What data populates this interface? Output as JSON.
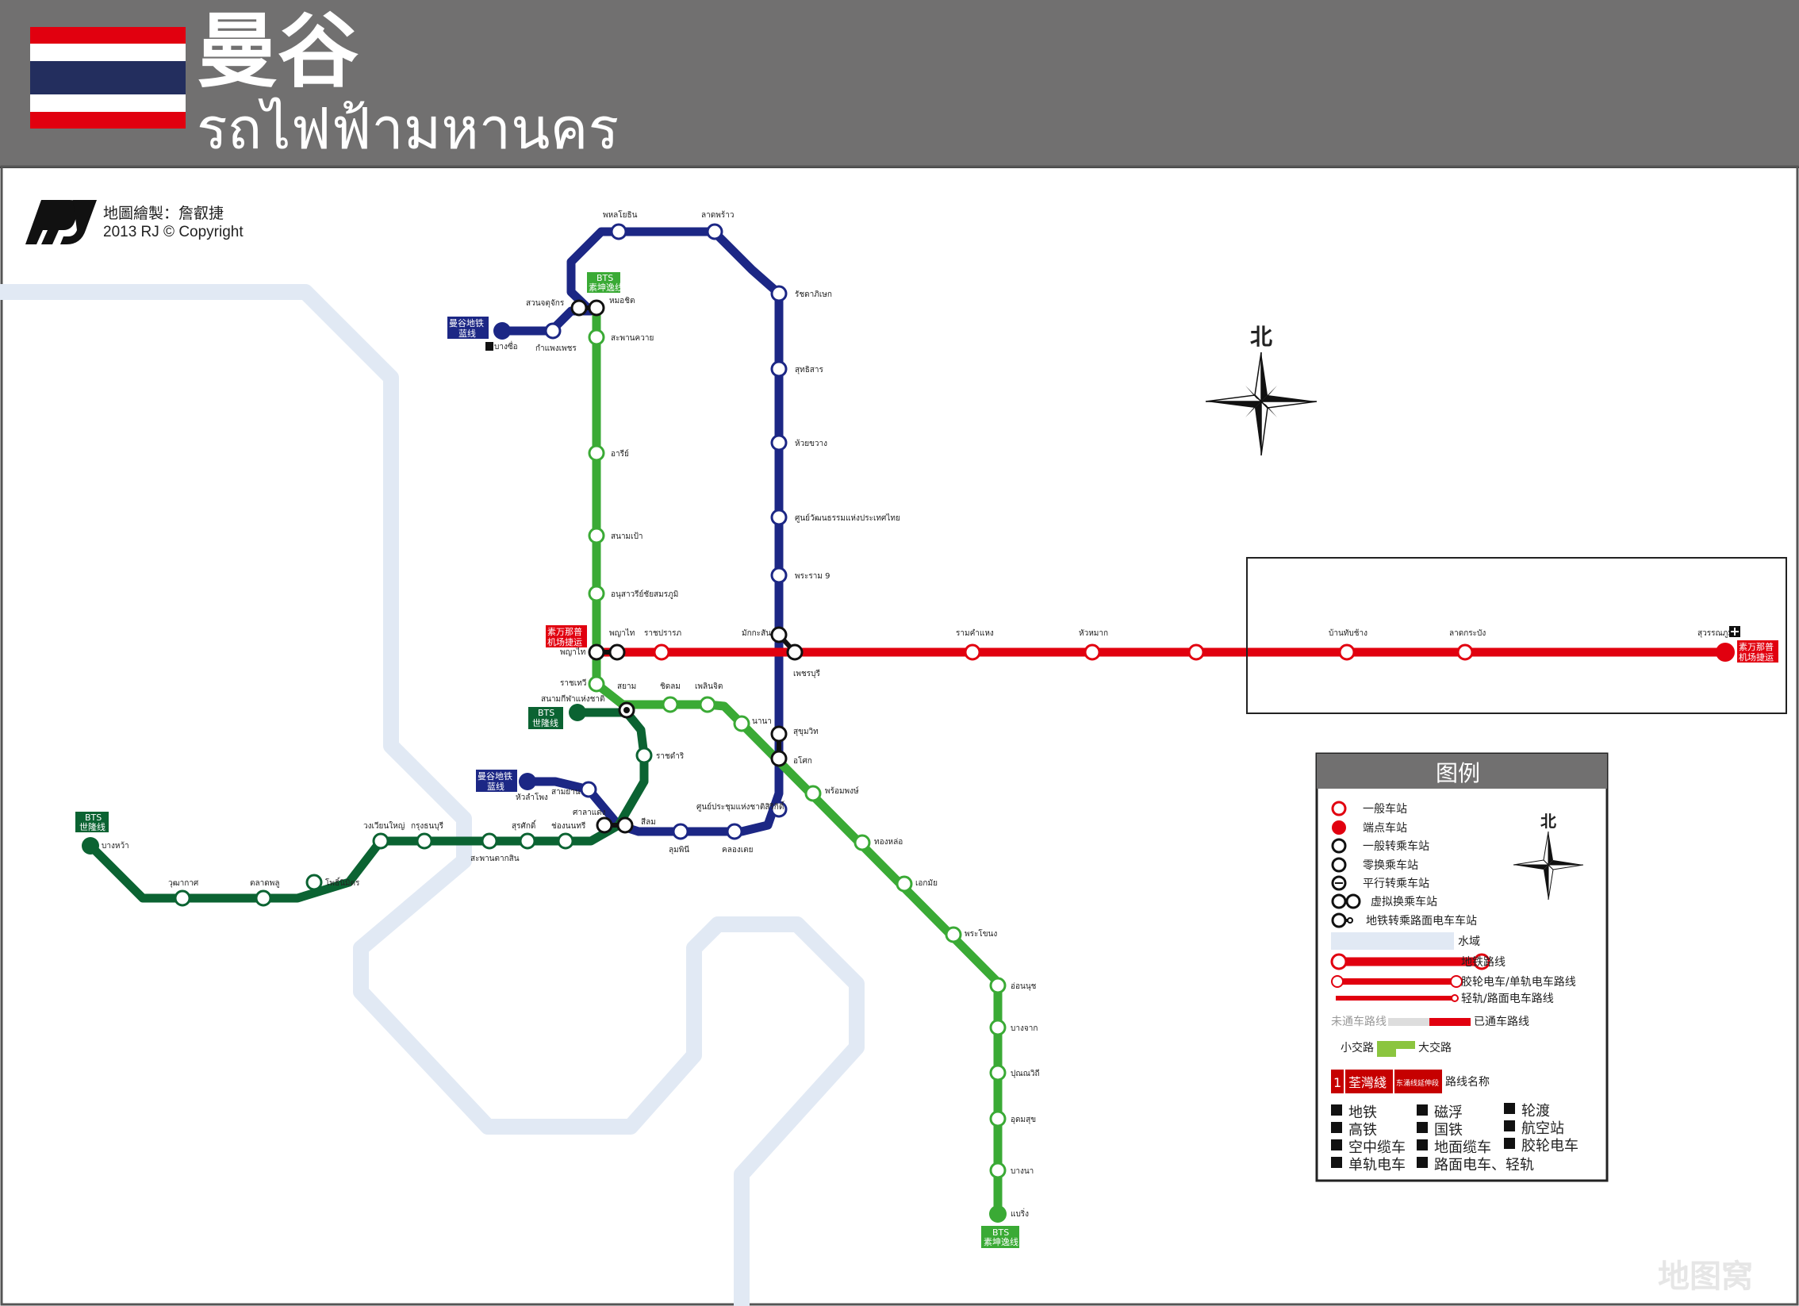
{
  "header": {
    "title_zh": "曼谷",
    "title_th": "รถไฟฟ้ามหานคร"
  },
  "credit": {
    "author_line": "地圖繪製：詹叡捷",
    "copyright": "2013 RJ © Copyright"
  },
  "north_label": "北",
  "colors": {
    "header_bg": "#717070",
    "blue_line": "#1c2785",
    "light_green_line": "#3aaa35",
    "dark_green_line": "#0b6332",
    "red_line": "#e1000f",
    "water": "#e1e9f4"
  },
  "badges": {
    "bts_sukhumvit_top": {
      "line1": "BTS",
      "line2": "素坤逸线"
    },
    "bts_sukhumvit_bottom": {
      "line1": "BTS",
      "line2": "素坤逸线"
    },
    "bts_silom_left": {
      "line1": "BTS",
      "line2": "世隆线"
    },
    "bts_silom_center": {
      "line1": "BTS",
      "line2": "世隆线"
    },
    "mrt_blue_north": {
      "line1": "曼谷地铁",
      "line2": "蓝线"
    },
    "mrt_blue_south": {
      "line1": "曼谷地铁",
      "line2": "蓝线"
    },
    "arl_west": {
      "line1": "素万那普",
      "line2": "机场捷运"
    },
    "arl_east": {
      "line1": "素万那普",
      "line2": "机场捷运"
    }
  },
  "stations": {
    "blue": {
      "bang_sue": "บางซื่อ",
      "kamphaeng_phet": "กำแพงเพชร",
      "chatuchak_park": "สวนจตุจักร",
      "phahon_yothin": "พหลโยธิน",
      "lat_phrao": "ลาดพร้าว",
      "ratchadaphisek": "รัชดาภิเษก",
      "sutthisan": "สุทธิสาร",
      "huai_khwang": "ห้วยขวาง",
      "thailand_cultural_centre": "ศูนย์วัฒนธรรมแห่งประเทศไทย",
      "rama_9": "พระราม 9",
      "phetchaburi": "เพชรบุรี",
      "sukhumvit": "สุขุมวิท",
      "queen_sirikit": "ศูนย์ประชุมแห่งชาติสิริกิติ์",
      "khlong_toei": "คลองเตย",
      "lumphini": "ลุมพินี",
      "silom": "สีลม",
      "sam_yan": "สามย่าน",
      "hua_lamphong": "หัวลำโพง"
    },
    "light_green": {
      "mo_chit": "หมอชิต",
      "saphan_khwai": "สะพานควาย",
      "ari": "อารีย์",
      "sanam_pao": "สนามเป้า",
      "victory_monument": "อนุสาวรีย์ชัยสมรภูมิ",
      "phaya_thai": "พญาไท",
      "ratchathewi": "ราชเทวี",
      "siam": "สยาม",
      "chit_lom": "ชิดลม",
      "phloen_chit": "เพลินจิต",
      "nana": "นานา",
      "asok": "อโศก",
      "phrom_phong": "พร้อมพงษ์",
      "thong_lo": "ทองหล่อ",
      "ekkamai": "เอกมัย",
      "phra_khanong": "พระโขนง",
      "on_nut": "อ่อนนุช",
      "bang_chak": "บางจาก",
      "punnawithi": "ปุณณวิถี",
      "udom_suk": "อุดมสุข",
      "bang_na": "บางนา",
      "bearing": "แบริ่ง"
    },
    "dark_green": {
      "national_stadium": "สนามกีฬาแห่งชาติ",
      "ratchadamri": "ราชดำริ",
      "sala_daeng": "ศาลาแดง",
      "chong_nonsi": "ช่องนนทรี",
      "surasak": "สุรศักดิ์",
      "saphan_taksin": "สะพานตากสิน",
      "krung_thon_buri": "กรุงธนบุรี",
      "wongwian_yai": "วงเวียนใหญ่",
      "pho_nimit": "โพธิ์นิมิตร",
      "talat_phlu": "ตลาดพลู",
      "wutthakat": "วุฒากาศ",
      "bang_wa": "บางหว้า"
    },
    "red": {
      "ratchaprarop": "ราชปรารภ",
      "makkasan": "มักกะสัน",
      "ramkhamhaeng": "รามคำแหง",
      "hua_mak": "หัวหมาก",
      "ban_thap_chang": "บ้านทับช้าง",
      "lat_krabang": "ลาดกระบัง",
      "suvarnabhumi": "สุวรรณภูมิ"
    }
  },
  "legend": {
    "title": "图例",
    "items": [
      "一般车站",
      "端点车站",
      "一般转乘车站",
      "零换乘车站",
      "平行转乘车站",
      "虚拟换乘车站",
      "地铁转乘路面电车车站",
      "水域",
      "地铁路线",
      "胶轮电车/单轨电车路线",
      "轻轨/路面电车路线"
    ],
    "unopened": "未通车路线",
    "opened": "已通车路线",
    "small_road": "小交路",
    "big_road": "大交路",
    "line_num": "1",
    "line_name_sample": "荃灣綫",
    "line_name_sample2": "东涌线延伸段",
    "line_name_label": "路线名称",
    "modes": [
      "地铁",
      "高铁",
      "空中缆车",
      "单轨电车",
      "磁浮",
      "国铁",
      "地面缆车",
      "路面电车、轻轨",
      "轮渡",
      "航空站",
      "胶轮电车"
    ]
  },
  "watermark": "地图窝"
}
